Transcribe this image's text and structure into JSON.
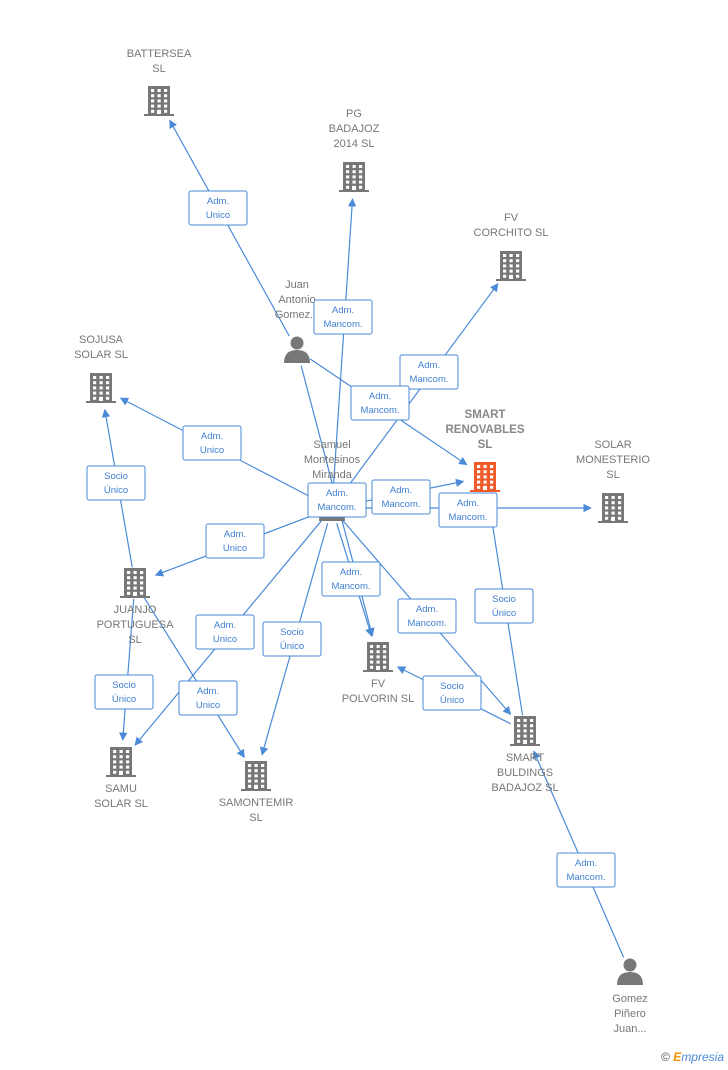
{
  "colors": {
    "edge": "#4a8ad8",
    "company": "#777777",
    "company_main": "#f05a28",
    "person": "#777777"
  },
  "nodes": [
    {
      "id": "battersea",
      "kind": "company",
      "label": [
        "BATTERSEA",
        "SL"
      ]
    },
    {
      "id": "pg_badajoz",
      "kind": "company",
      "label": [
        "PG",
        "BADAJOZ",
        "2014 SL"
      ]
    },
    {
      "id": "fv_corchito",
      "kind": "company",
      "label": [
        "FV",
        "CORCHITO SL"
      ]
    },
    {
      "id": "juan_antonio",
      "kind": "person",
      "label": [
        "Juan",
        "Antonio",
        "Gomez..."
      ]
    },
    {
      "id": "sojusa",
      "kind": "company",
      "label": [
        "SOJUSA",
        "SOLAR SL"
      ]
    },
    {
      "id": "smart_renovables",
      "kind": "company_main",
      "label": [
        "SMART",
        "RENOVABLES",
        "SL"
      ]
    },
    {
      "id": "solar_monesterio",
      "kind": "company",
      "label": [
        "SOLAR",
        "MONESTERIO",
        "SL"
      ]
    },
    {
      "id": "samuel",
      "kind": "person",
      "label": [
        "Samuel",
        "Montesinos",
        "Miranda"
      ]
    },
    {
      "id": "juanjo",
      "kind": "company",
      "label": [
        "JUANJO",
        "PORTUGUESA",
        "SL"
      ]
    },
    {
      "id": "fv_polvorin",
      "kind": "company",
      "label": [
        "FV",
        "POLVORIN SL"
      ]
    },
    {
      "id": "smart_buldings",
      "kind": "company",
      "label": [
        "SMART",
        "BULDINGS",
        "BADAJOZ SL"
      ]
    },
    {
      "id": "samu_solar",
      "kind": "company",
      "label": [
        "SAMU",
        "SOLAR SL"
      ]
    },
    {
      "id": "samontemir",
      "kind": "company",
      "label": [
        "SAMONTEMIR",
        "SL"
      ]
    },
    {
      "id": "gomez_pinero",
      "kind": "person",
      "label": [
        "Gomez",
        "Piñero",
        "Juan..."
      ]
    }
  ],
  "edges": [
    {
      "from": "juan_antonio",
      "to": "battersea",
      "role": [
        "Adm.",
        "Unico"
      ]
    },
    {
      "from": "samuel",
      "to": "pg_badajoz",
      "role": [
        "Adm.",
        "Mancom."
      ]
    },
    {
      "from": "samuel",
      "to": "fv_corchito",
      "role": [
        "Adm.",
        "Mancom."
      ]
    },
    {
      "from": "juan_antonio",
      "to": "smart_renovables",
      "role": [
        "Adm.",
        "Mancom."
      ]
    },
    {
      "from": "samuel",
      "to": "sojusa",
      "role": [
        "Adm.",
        "Unico"
      ]
    },
    {
      "from": "juanjo",
      "to": "sojusa",
      "role": [
        "Socio",
        "Único"
      ]
    },
    {
      "from": "samuel",
      "to": "smart_renovables",
      "role": [
        "Adm.",
        "Mancom."
      ]
    },
    {
      "from": "samuel",
      "to": "solar_monesterio",
      "role": [
        "Adm.",
        "Mancom."
      ]
    },
    {
      "from": "samuel",
      "to": "juanjo",
      "role": [
        "Adm.",
        "Unico"
      ]
    },
    {
      "from": "samuel",
      "to": "fv_polvorin",
      "role": [
        "Adm.",
        "Mancom."
      ]
    },
    {
      "from": "samuel",
      "to": "smart_buldings",
      "role": [
        "Adm.",
        "Mancom."
      ]
    },
    {
      "from": "smart_buldings",
      "to": "smart_renovables",
      "role": [
        "Socio",
        "Único"
      ]
    },
    {
      "from": "smart_buldings",
      "to": "fv_polvorin",
      "role": [
        "Socio",
        "Único"
      ]
    },
    {
      "from": "samuel",
      "to": "samu_solar",
      "role": [
        "Adm.",
        "Unico"
      ]
    },
    {
      "from": "samuel",
      "to": "samontemir",
      "role": [
        "Adm.",
        "Unico"
      ]
    },
    {
      "from": "juanjo",
      "to": "samu_solar",
      "role": [
        "Socio",
        "Único"
      ]
    },
    {
      "from": "juanjo",
      "to": "samontemir",
      "role": [
        "Socio",
        "Único"
      ]
    },
    {
      "from": "gomez_pinero",
      "to": "smart_buldings",
      "role": [
        "Adm.",
        "Mancom."
      ]
    },
    {
      "from": "juan_antonio",
      "to": "fv_polvorin",
      "role": [
        "Adm.",
        "Mancom."
      ]
    }
  ],
  "footer": {
    "copyright": "©",
    "brand_initial": "E",
    "brand_rest": "mpresia"
  }
}
